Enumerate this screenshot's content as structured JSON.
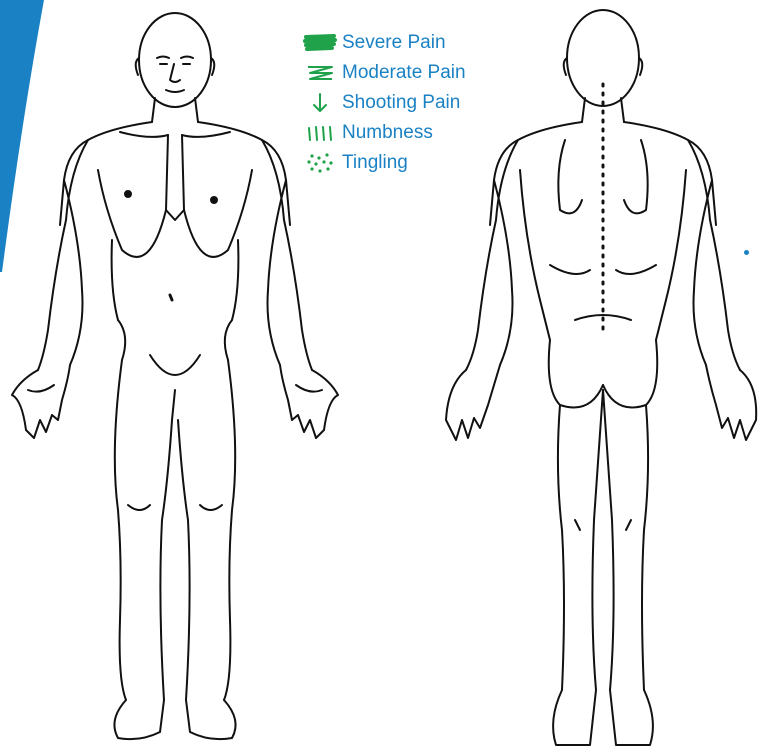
{
  "legend": {
    "items": [
      {
        "label": "Severe Pain",
        "icon": "severe-pain-icon"
      },
      {
        "label": "Moderate Pain",
        "icon": "moderate-pain-icon"
      },
      {
        "label": "Shooting Pain",
        "icon": "shooting-pain-icon"
      },
      {
        "label": "Numbness",
        "icon": "numbness-icon"
      },
      {
        "label": "Tingling",
        "icon": "tingling-icon"
      }
    ]
  },
  "colors": {
    "label_text": "#1a82c4",
    "legend_symbols": "#1fa24a",
    "accent_band": "#1a82c4",
    "outline": "#111111"
  }
}
